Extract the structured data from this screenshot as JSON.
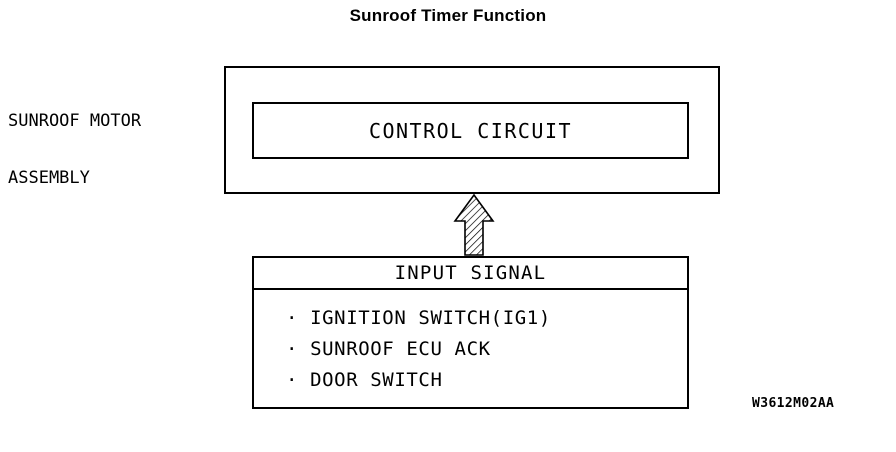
{
  "title": "Sunroof Timer Function",
  "assembly": {
    "label_line1": "SUNROOF MOTOR",
    "label_line2": "ASSEMBLY"
  },
  "control_circuit": {
    "label": "CONTROL CIRCUIT"
  },
  "input_signal": {
    "header": "INPUT SIGNAL",
    "items": [
      "· IGNITION SWITCH(IG1)",
      "· SUNROOF ECU ACK",
      "· DOOR SWITCH"
    ]
  },
  "arrow": {
    "direction": "up",
    "name": "hatched-up-arrow"
  },
  "figure_code": "W3612M02AA",
  "colors": {
    "line": "#000000",
    "background": "#ffffff",
    "text": "#000000"
  }
}
